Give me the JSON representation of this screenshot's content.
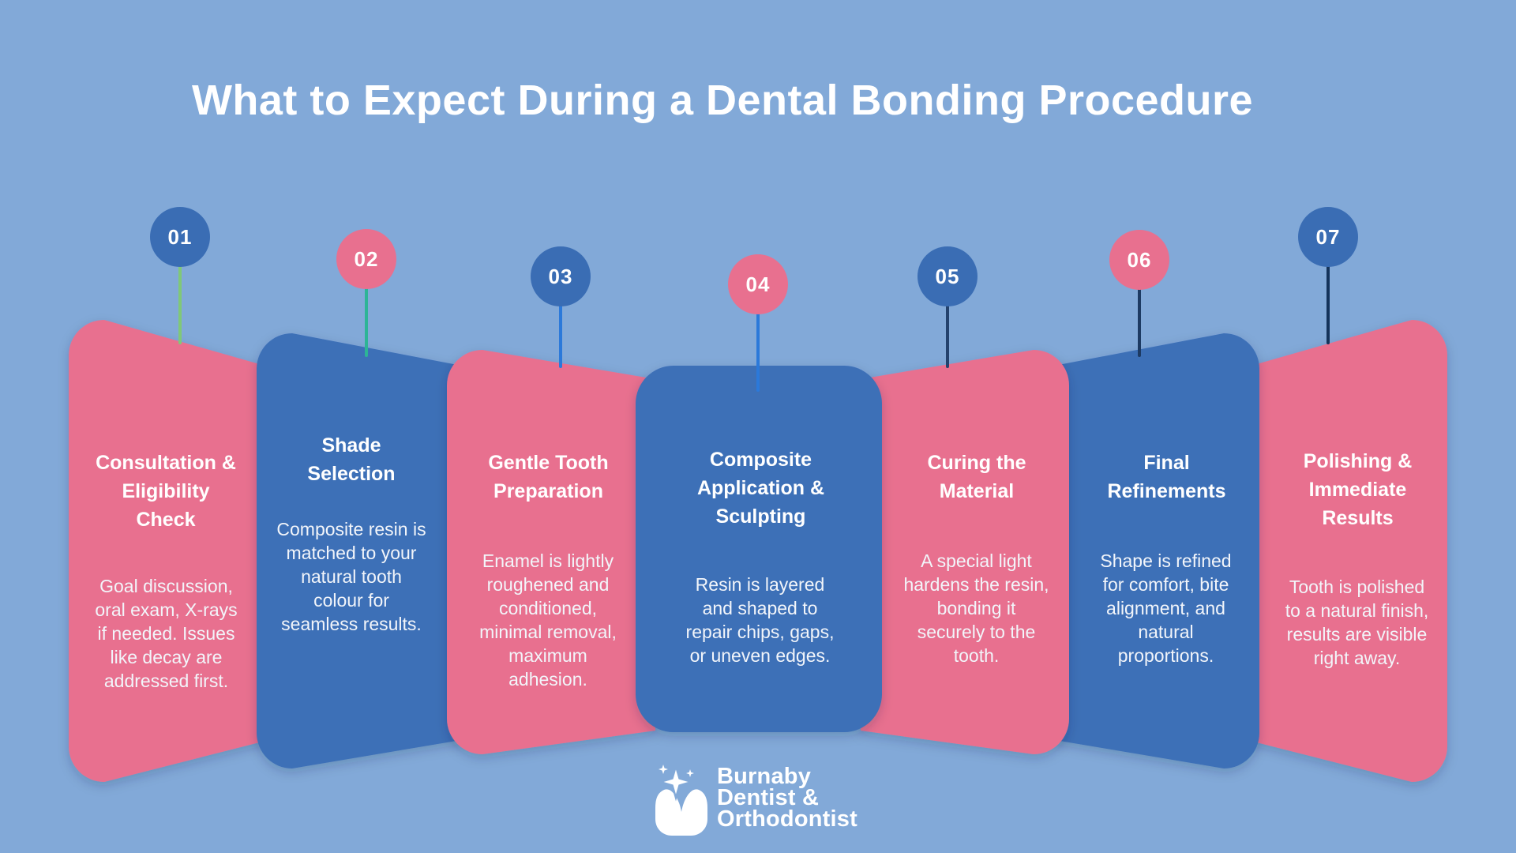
{
  "title": "What to Expect During a Dental Bonding Procedure",
  "steps": [
    {
      "number": "01",
      "title": "Consultation & Eligibility Check",
      "description": "Goal discussion, oral exam, X-rays if needed. Issues like decay are addressed first.",
      "card_color": "#e8708f",
      "circle_color": "#3a6db4",
      "line_color": "#80c878"
    },
    {
      "number": "02",
      "title": "Shade Selection",
      "description": "Composite resin is matched to your natural tooth colour for seamless results.",
      "card_color": "#3c70b7",
      "circle_color": "#e8708f",
      "line_color": "#2db496"
    },
    {
      "number": "03",
      "title": "Gentle Tooth Preparation",
      "description": "Enamel is lightly roughened and conditioned, minimal removal, maximum adhesion.",
      "card_color": "#e8708f",
      "circle_color": "#3a6db4",
      "line_color": "#2b79da"
    },
    {
      "number": "04",
      "title": "Composite Application & Sculpting",
      "description": "Resin is layered and shaped to repair chips, gaps, or uneven edges.",
      "card_color": "#3c70b7",
      "circle_color": "#e8708f",
      "line_color": "#2b79da"
    },
    {
      "number": "05",
      "title": "Curing the Material",
      "description": "A special light hardens the resin, bonding it securely to the tooth.",
      "card_color": "#e8708f",
      "circle_color": "#3a6db4",
      "line_color": "#24426d"
    },
    {
      "number": "06",
      "title": "Final Refinements",
      "description": "Shape is refined for comfort, bite alignment, and natural proportions.",
      "card_color": "#3c70b7",
      "circle_color": "#e8708f",
      "line_color": "#1d3a62"
    },
    {
      "number": "07",
      "title": "Polishing & Immediate Results",
      "description": "Tooth is polished to a natural finish, results are visible right away.",
      "card_color": "#e8708f",
      "circle_color": "#3a6db4",
      "line_color": "#15335a"
    }
  ],
  "logo": {
    "name_line1": "Burnaby",
    "name_line2": "Dentist &",
    "name_line3": "Orthodontist"
  },
  "colors": {
    "background": "#82a9d8",
    "pink": "#e8708f",
    "blue": "#3c70b7",
    "title_text": "#ffffff",
    "body_text": "#f2f5fa"
  }
}
